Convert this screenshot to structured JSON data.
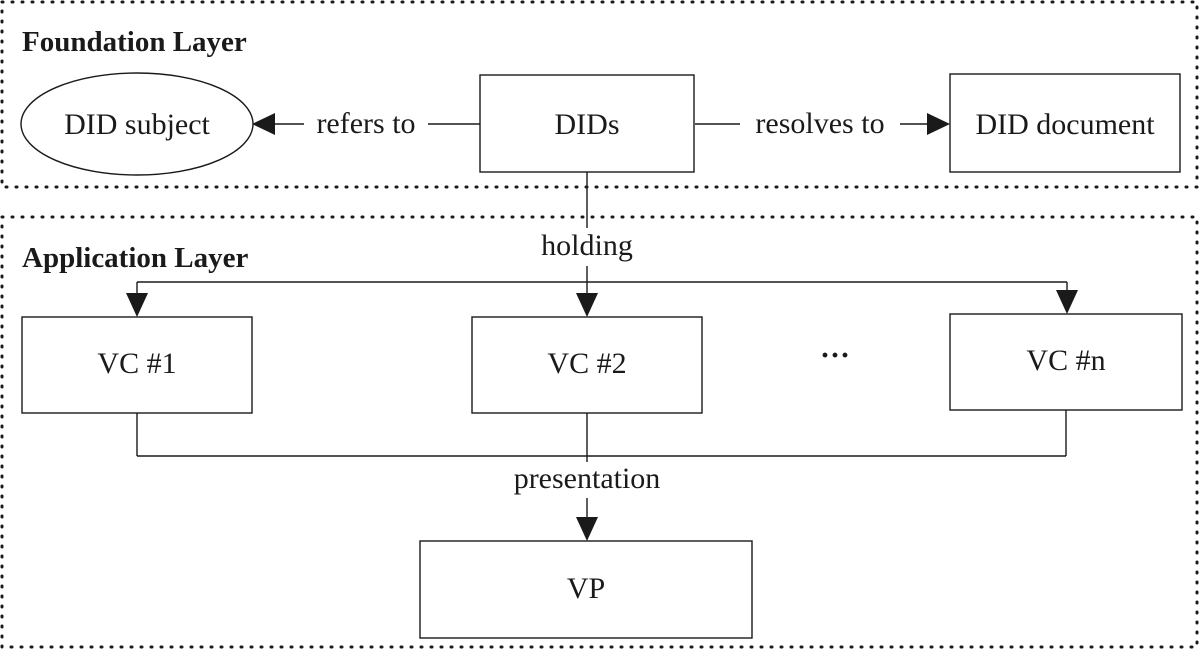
{
  "layers": {
    "foundation": {
      "title": "Foundation Layer"
    },
    "application": {
      "title": "Application Layer"
    }
  },
  "nodes": {
    "did_subject": "DID subject",
    "dids": "DIDs",
    "did_document": "DID document",
    "vc1": "VC #1",
    "vc2": "VC #2",
    "vcn": "VC #n",
    "vp": "VP",
    "ellipsis": "···"
  },
  "edges": {
    "refers_to": "refers to",
    "resolves_to": "resolves to",
    "holding": "holding",
    "presentation": "presentation"
  }
}
